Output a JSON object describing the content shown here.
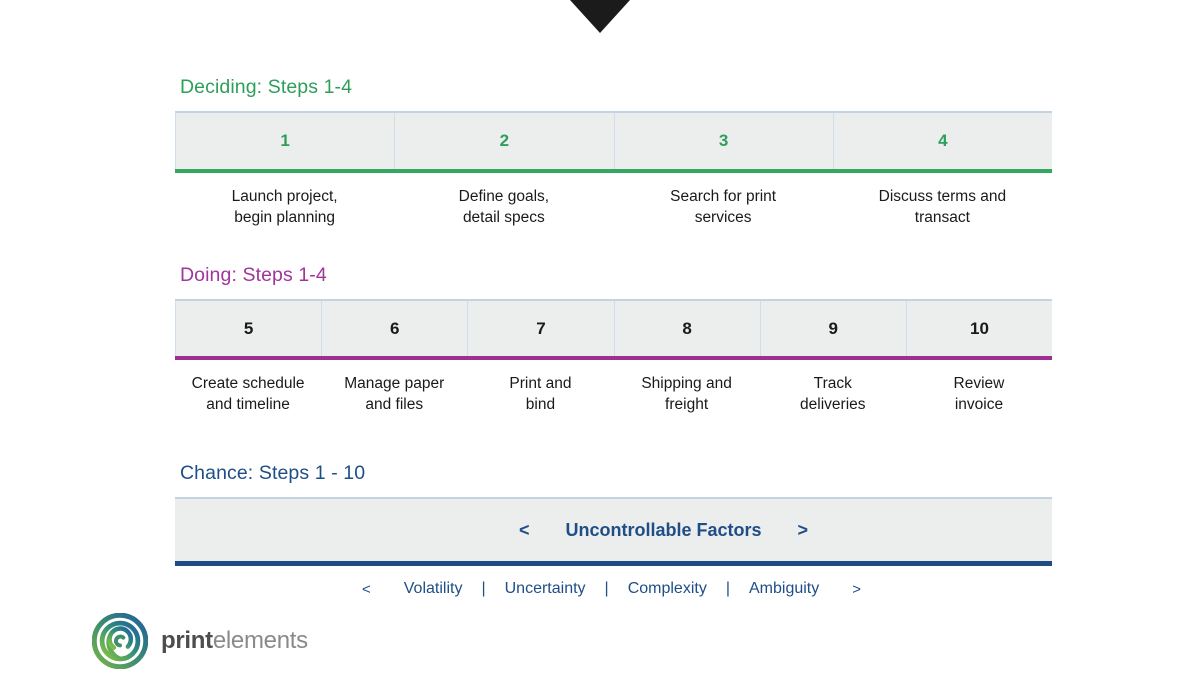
{
  "page": {
    "background": "#ffffff",
    "top_arrow_icon": "triangle-down-icon",
    "top_arrow_color": "#1b1b1b"
  },
  "sections": [
    {
      "id": "deciding",
      "title": "Deciding: Steps 1-4",
      "accent_color": "#2e9e5b",
      "bar_color": "#35a85f",
      "number_color": "#2e9e5b",
      "steps": [
        {
          "number": "1",
          "caption": "Launch project,\nbegin planning"
        },
        {
          "number": "2",
          "caption": "Define goals,\ndetail specs"
        },
        {
          "number": "3",
          "caption": "Search for print\nservices"
        },
        {
          "number": "4",
          "caption": "Discuss terms and\ntransact"
        }
      ]
    },
    {
      "id": "doing",
      "title": "Doing: Steps 1-4",
      "accent_color": "#a0359b",
      "bar_color": "#9b2f93",
      "number_color": "#1a1a1a",
      "steps": [
        {
          "number": "5",
          "caption": "Create schedule\nand timeline"
        },
        {
          "number": "6",
          "caption": "Manage paper\nand files"
        },
        {
          "number": "7",
          "caption": "Print and\nbind"
        },
        {
          "number": "8",
          "caption": "Shipping and\nfreight"
        },
        {
          "number": "9",
          "caption": "Track\ndeliveries"
        },
        {
          "number": "10",
          "caption": "Review\ninvoice"
        }
      ]
    },
    {
      "id": "chance",
      "title": "Chance: Steps 1 - 10",
      "accent_color": "#1f4e87",
      "bar_color": "#1e4b85",
      "band_label": "Uncontrollable Factors",
      "left_arrow": "<",
      "right_arrow": ">",
      "vuca": {
        "left_arrow": "<",
        "right_arrow": ">",
        "separator": "|",
        "factors": [
          "Volatility",
          "Uncertainty",
          "Complexity",
          "Ambiguity"
        ]
      }
    }
  ],
  "logo": {
    "mark_icon": "spiral-icon",
    "mark_colors": [
      "#6aab46",
      "#2f7f6f",
      "#1f5f9e"
    ],
    "text_bold": "print",
    "text_light": "elements"
  }
}
